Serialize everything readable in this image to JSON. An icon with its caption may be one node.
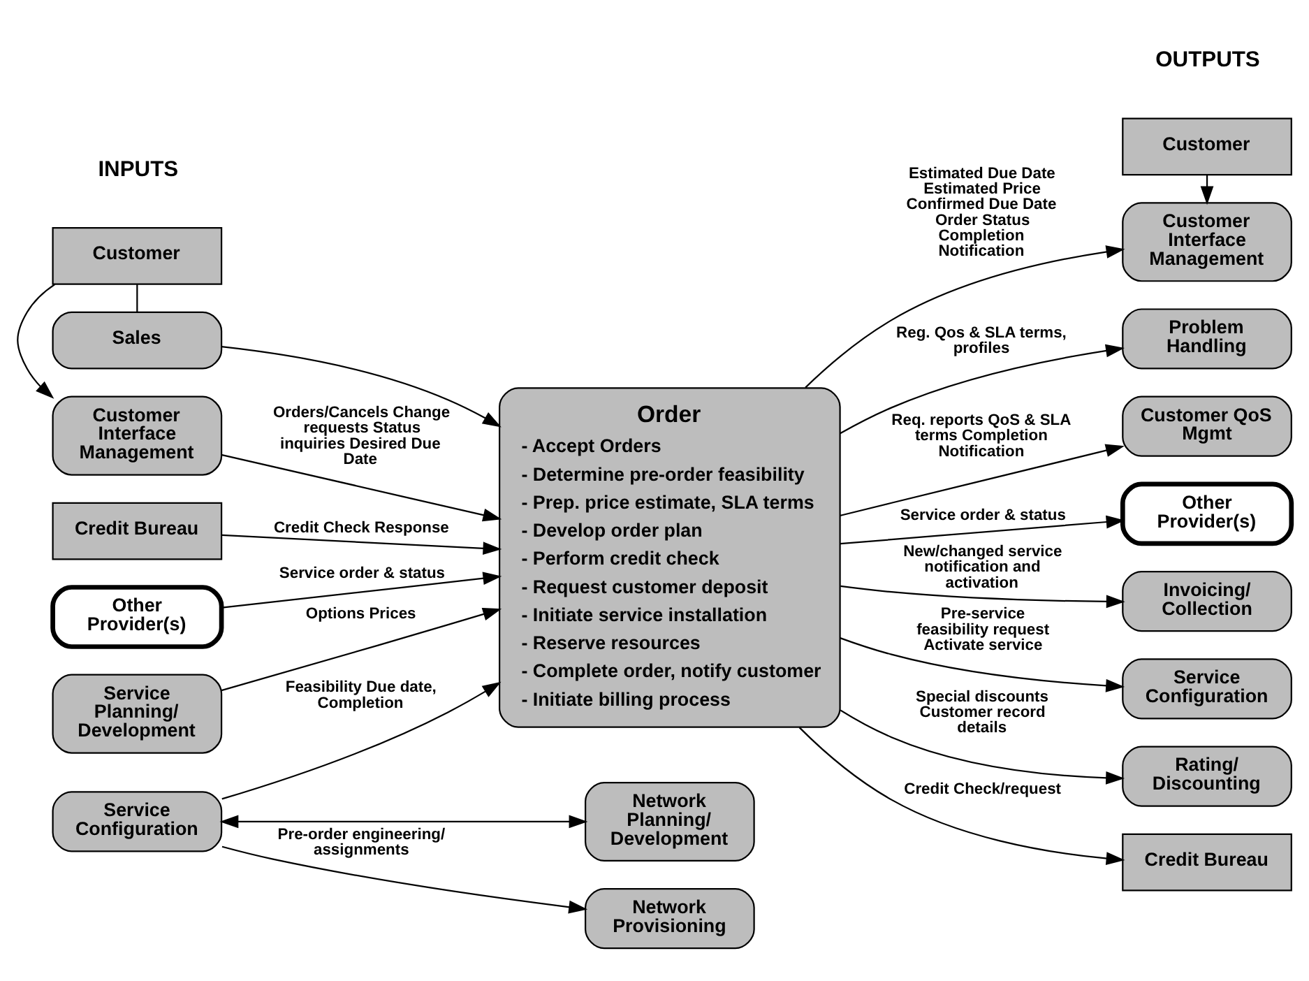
{
  "diagram": {
    "nodes": [
      {
        "text": [
          "Customer"
        ]
      },
      {
        "text": [
          "Customer Interface Management"
        ]
      },
      {
        "text": [
          "Sales"
        ]
      },
      {
        "text": [
          "Credit Bureau"
        ]
      },
      {
        "text": [
          "Other Provider(s)"
        ]
      },
      {
        "text": [
          "Service Planning/ Development"
        ]
      },
      {
        "text": [
          "Service Configuration"
        ]
      },
      {
        "text": [
          "Network Planning/ Development"
        ]
      },
      {
        "text": [
          "Network Provisioning"
        ]
      },
      {
        "text": [
          "Order",
          "- Accept Orders",
          "- Determine pre-order feasibility",
          "- Prep. price estimate, SLA terms",
          "- Develop order plan",
          "- Perform credit check",
          "- Request customer deposit",
          "- Initiate service installation",
          "- Reserve resources",
          "- Complete order, notify customer",
          "- Initiate billing process"
        ]
      },
      {
        "text": [
          "Customer"
        ]
      },
      {
        "text": [
          "Customer Interface Management"
        ]
      },
      {
        "text": [
          "Problem Handling"
        ]
      },
      {
        "text": [
          "Customer QoS Mgmt"
        ]
      },
      {
        "text": [
          "Other Provider(s)"
        ]
      },
      {
        "text": [
          "Invoicing/ Collection"
        ]
      },
      {
        "text": [
          "Service Configuration"
        ]
      },
      {
        "text": [
          "Rating/ Discounting"
        ]
      },
      {
        "text": [
          "Credit Bureau"
        ]
      }
    ],
    "edges": [
      {
        "from": 0,
        "to": 1,
        "arrow": "to"
      },
      {
        "from": 0,
        "to": 2,
        "arrow": "none"
      },
      {
        "from": 1,
        "to": 9,
        "arrow": "to",
        "label": "Orders/Cancels Change requests Status inquiries Desired Due Date"
      },
      {
        "from": 2,
        "to": 9,
        "arrow": "to"
      },
      {
        "from": 3,
        "to": 9,
        "arrow": "to",
        "label": "Credit Check Response"
      },
      {
        "from": 4,
        "to": 9,
        "arrow": "to",
        "label": "Service order & status"
      },
      {
        "from": 5,
        "to": 9,
        "arrow": "to",
        "label": "Options Prices"
      },
      {
        "from": 6,
        "to": 9,
        "arrow": "to",
        "label": "Feasibility Due date, Completion"
      },
      {
        "from": 6,
        "to": 7,
        "arrow": "both"
      },
      {
        "from": 6,
        "to": 8,
        "arrow": "to",
        "label": "Pre-order engineering/assignments"
      },
      {
        "from": 10,
        "to": 11,
        "arrow": "to"
      },
      {
        "from": 9,
        "to": 11,
        "arrow": "to",
        "label": "Estimated Due Date Estimated Price Confirmed Due Date Order Status Completion Notification"
      },
      {
        "from": 9,
        "to": 12,
        "arrow": "to",
        "label": "Reg. Qos & SLA terms, profiles"
      },
      {
        "from": 9,
        "to": 13,
        "arrow": "to",
        "label": "Req. reports QoS & SLA terms Completion Notification"
      },
      {
        "from": 9,
        "to": 14,
        "arrow": "to",
        "label": "Service order & status"
      },
      {
        "from": 9,
        "to": 15,
        "arrow": "to",
        "label": "New/changed service notification and activation"
      },
      {
        "from": 9,
        "to": 16,
        "arrow": "to",
        "label": "Pre-service feasibility request Activate service"
      },
      {
        "from": 9,
        "to": 17,
        "arrow": "to",
        "label": "Special discounts Customer record details"
      },
      {
        "from": 9,
        "to": 18,
        "arrow": "to",
        "label": "Credit Check/request"
      }
    ],
    "labels": [
      "INPUTS",
      "OUTPUTS"
    ]
  }
}
